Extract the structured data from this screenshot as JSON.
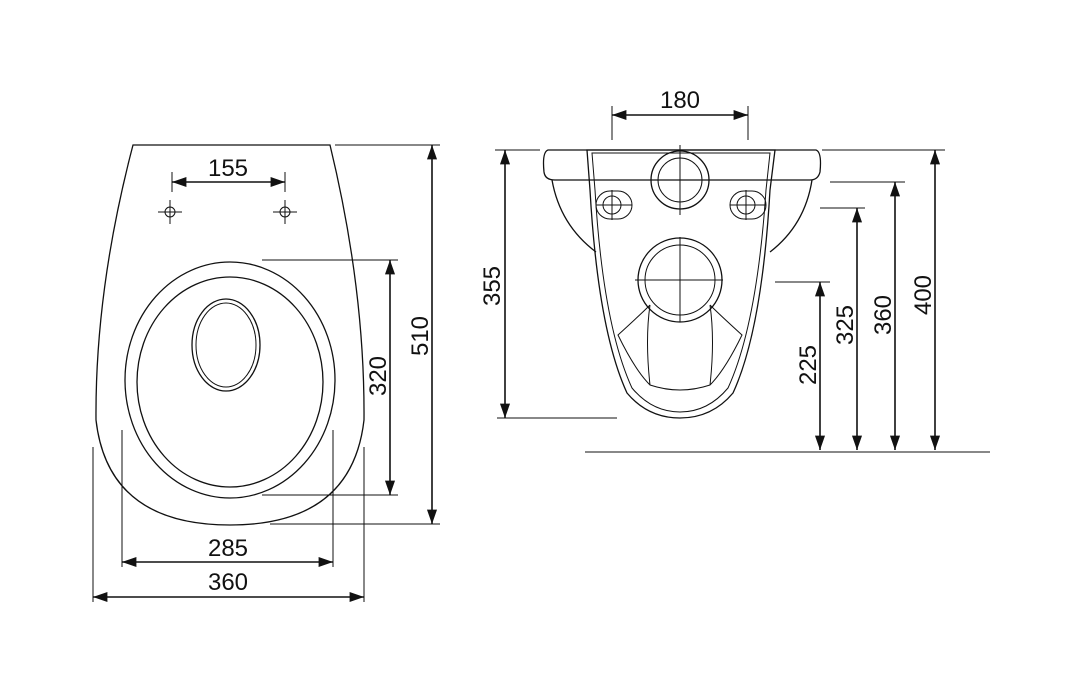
{
  "top_view": {
    "dims": {
      "holes": "155",
      "bowl_length": "320",
      "total_length": "510",
      "inner_width": "285",
      "total_width": "360"
    }
  },
  "front_view": {
    "dims": {
      "pipe_spacing": "180",
      "height": "355",
      "outlet": "225",
      "inlet_low": "325",
      "fixing": "360",
      "top": "400"
    }
  }
}
